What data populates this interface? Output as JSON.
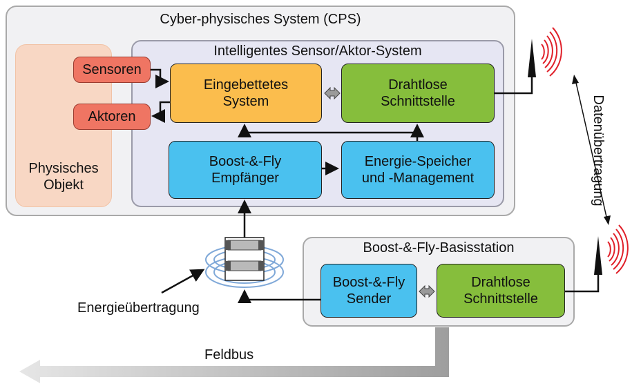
{
  "cps": {
    "title": "Cyber-physisches System (CPS)"
  },
  "sensor_system": {
    "title": "Intelligentes Sensor/Aktor-System",
    "embedded": "Eingebettetes\nSystem",
    "wireless": "Drahtlose\nSchnittstelle",
    "receiver": "Boost-&-Fly\nEmpfänger",
    "storage": "Energie-Speicher\nund -Management"
  },
  "physical_object": {
    "label": "Physisches\nObjekt",
    "sensors": "Sensoren",
    "actuators": "Aktoren"
  },
  "base_station": {
    "title": "Boost-&-Fly-Basisstation",
    "sender": "Boost-&-Fly\nSender",
    "wireless": "Drahtlose\nSchnittstelle"
  },
  "labels": {
    "data_transfer": "Datenübertragung",
    "energy_transfer": "Energieübertragung",
    "fieldbus": "Feldbus"
  },
  "colors": {
    "orange": "#fbbd4d",
    "green": "#86be3c",
    "blue": "#4ac1ef",
    "red": "#ef7563",
    "signal": "#e0202a"
  }
}
